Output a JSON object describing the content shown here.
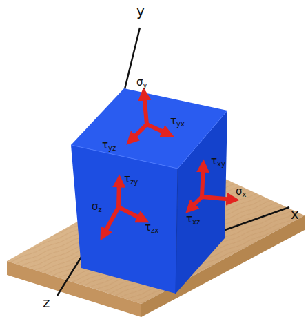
{
  "diagram": {
    "labels": [
      "y",
      "x",
      "z",
      "σy",
      "τyx",
      "τyz",
      "τxy",
      "σx",
      "τxz",
      "τzy",
      "σz",
      "τzx"
    ]
  }
}
